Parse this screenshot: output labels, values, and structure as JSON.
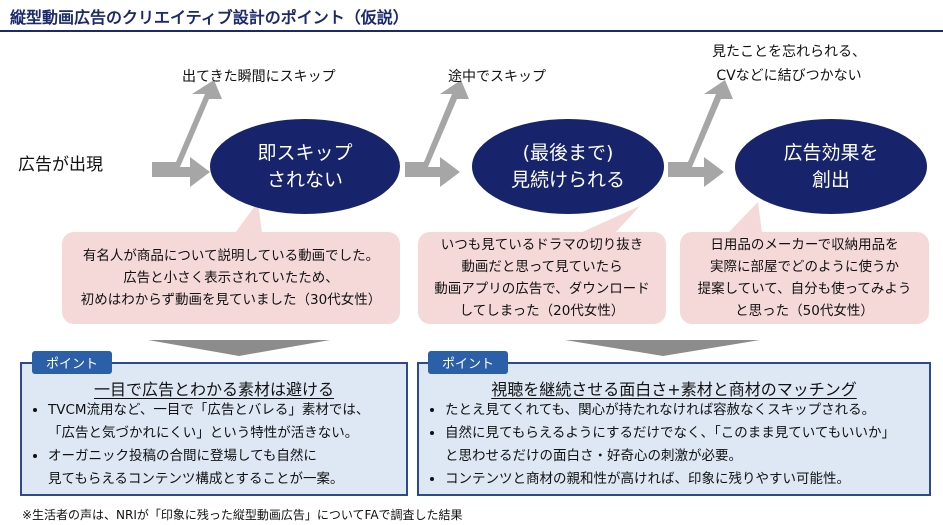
{
  "title": "縦型動画広告のクリエイティブ設計のポイント（仮説）",
  "flow": {
    "start_label": "広告が出現",
    "skip_labels": [
      "出てきた瞬間にスキップ",
      "途中でスキップ",
      "見たことを忘れられる、\nCVなどに結びつかない"
    ],
    "stages": [
      "即スキップ\nされない",
      "(最後まで)\n見続けられる",
      "広告効果を\n創出"
    ]
  },
  "quotes": [
    "有名人が商品について説明している動画でした。\n広告と小さく表示されていたため、\n初めはわからず動画を見ていました（30代女性）",
    "いつも見ているドラマの切り抜き\n動画だと思って見ていたら\n動画アプリの広告で、ダウンロード\nしてしまった（20代女性）",
    "日用品のメーカーで収納用品を\n実際に部屋でどのように使うか\n提案していて、自分も使ってみよう\nと思った（50代女性）"
  ],
  "points": [
    {
      "tag": "ポイント",
      "title": "一目で広告とわかる素材は避ける",
      "items": [
        "TVCM流用など、一目で「広告とバレる」素材では、\n「広告と気づかれにくい」という特性が活きない。",
        "オーガニック投稿の合間に登場しても自然に\n見てもらえるコンテンツ構成とすることが一案。"
      ]
    },
    {
      "tag": "ポイント",
      "title": "視聴を継続させる面白さ+素材と商材のマッチング",
      "items": [
        "たとえ見てくれても、関心が持たれなければ容赦なくスキップされる。",
        "自然に見てもらえるようにするだけでなく、「このまま見ていてもいいか」\nと思わせるだけの面白さ・好奇心の刺激が必要。",
        "コンテンツと商材の親和性が高ければ、印象に残りやすい可能性。"
      ]
    }
  ],
  "footnote": "※生活者の声は、NRIが「印象に残った縦型動画広告」についてFAで調査した結果",
  "colors": {
    "navy": "#17236b",
    "arrow_gray": "#a6a6a6",
    "bubble_pink": "#f5d9d9",
    "panel_bg": "#dde8f4",
    "panel_border": "#2b4a8f",
    "tag_blue": "#2b5fa8"
  }
}
